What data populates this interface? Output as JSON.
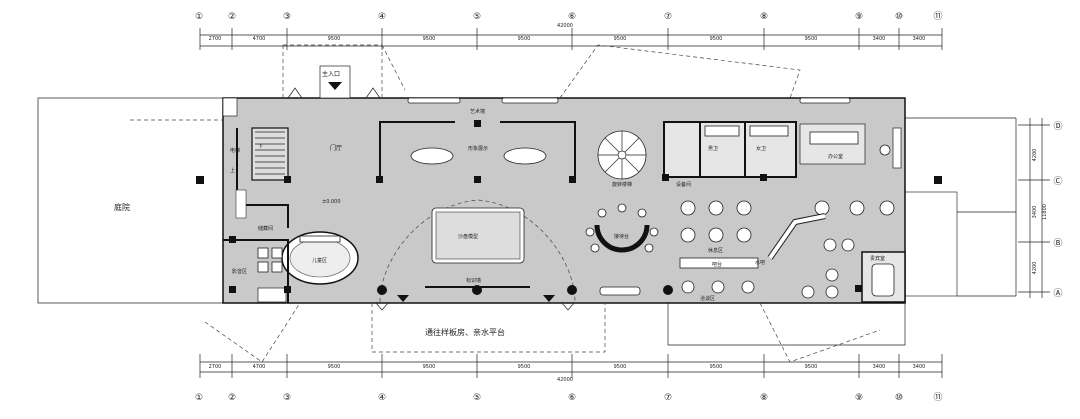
{
  "axes_x": [
    "①",
    "②",
    "③",
    "④",
    "⑤",
    "⑥",
    "⑦",
    "⑧",
    "⑨",
    "⑩",
    "⑪"
  ],
  "axes_y": [
    "Ⓓ",
    "Ⓒ",
    "Ⓑ",
    "Ⓐ"
  ],
  "dims_top": [
    "2700",
    "4700",
    "9500",
    "9500",
    "9500",
    "9500",
    "9500",
    "9500",
    "3400",
    "3400"
  ],
  "dim_total": "42000",
  "dims_side": [
    "4200",
    "3400",
    "4200"
  ],
  "dim_side_total": "11800",
  "labels": {
    "main_entrance": "主入口",
    "courtyard": "庭院",
    "platform": "通往样板房、亲水平台",
    "hall": "门厅",
    "art_wall": "艺术墙",
    "display": "形象展示",
    "model": "沙盘模型",
    "stair_spiral": "旋转楼梯",
    "water_bar": "水吧",
    "reception": "接待台",
    "lounge": "休息区",
    "negotiation": "洽谈区",
    "vip": "贵宾室",
    "office": "办公室",
    "wc_m": "男卫",
    "wc_f": "女卫",
    "storage": "储藏间",
    "kids": "儿童区",
    "mech": "设备间",
    "video": "影音区",
    "up": "上",
    "down": "下",
    "elev": "电梯",
    "level": "±0.000",
    "bar": "吧台",
    "sign": "标识墙"
  }
}
